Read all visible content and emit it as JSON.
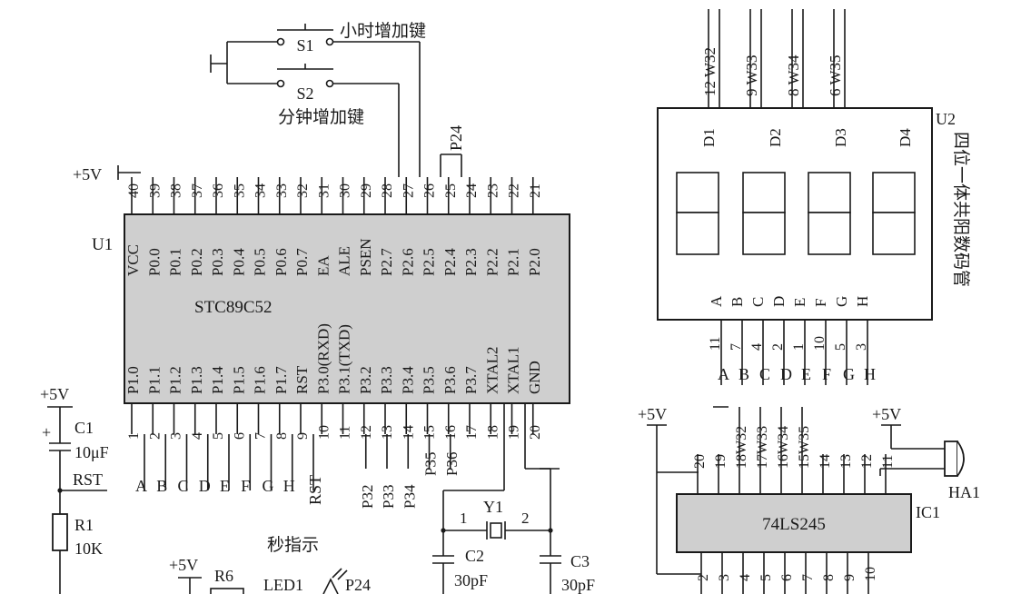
{
  "switches": {
    "s1": {
      "label": "S1",
      "caption": "小时增加键"
    },
    "s2": {
      "label": "S2",
      "caption": "分钟增加键"
    }
  },
  "u1": {
    "ref": "U1",
    "part": "STC89C52",
    "top_pin_numbers": [
      "40",
      "39",
      "38",
      "37",
      "36",
      "35",
      "34",
      "33",
      "32",
      "31",
      "30",
      "29",
      "28",
      "27",
      "26",
      "25",
      "24",
      "23",
      "22",
      "21"
    ],
    "top_pin_names": [
      "VCC",
      "P0.0",
      "P0.1",
      "P0.2",
      "P0.3",
      "P0.4",
      "P0.5",
      "P0.6",
      "P0.7",
      "EA",
      "ALE",
      "PSEN",
      "P2.7",
      "P2.6",
      "P2.5",
      "P2.4",
      "P2.3",
      "P2.2",
      "P2.1",
      "P2.0"
    ],
    "bottom_pin_numbers": [
      "1",
      "2",
      "3",
      "4",
      "5",
      "6",
      "7",
      "8",
      "9",
      "10",
      "11",
      "12",
      "13",
      "14",
      "15",
      "16",
      "17",
      "18",
      "19",
      "20"
    ],
    "bottom_pin_names": [
      "P1.0",
      "P1.1",
      "P1.2",
      "P1.3",
      "P1.4",
      "P1.5",
      "P1.6",
      "P1.7",
      "RST",
      "P3.0(RXD)",
      "P3.1(TXD)",
      "P3.2",
      "P3.3",
      "P3.4",
      "P3.5",
      "P3.6",
      "P3.7",
      "XTAL2",
      "XTAL1",
      "GND"
    ],
    "bottom_net_labels": [
      "A",
      "B",
      "C",
      "D",
      "E",
      "F",
      "G",
      "H",
      "RST"
    ],
    "p3_net_labels": [
      "P32",
      "P33",
      "P34",
      "P35",
      "P36"
    ],
    "vcc_label": "+5V",
    "p24_label": "P24"
  },
  "u2": {
    "ref": "U2",
    "description": "四位一体共阳数码管",
    "top_pins": [
      "12 W32",
      "9 W33",
      "8 W34",
      "6 W35"
    ],
    "digits": [
      "D1",
      "D2",
      "D3",
      "D4"
    ],
    "seg_names": [
      "A",
      "B",
      "C",
      "D",
      "E",
      "F",
      "G",
      "H"
    ],
    "seg_pin_numbers": [
      "11",
      "7",
      "4",
      "2",
      "1",
      "10",
      "5",
      "3"
    ],
    "seg_net_labels": [
      "A",
      "B",
      "C",
      "D",
      "E",
      "F",
      "G",
      "H"
    ]
  },
  "ic1": {
    "ref": "IC1",
    "part": "74LS245",
    "top_pins": [
      "20",
      "19",
      "18W32",
      "17W33",
      "16W34",
      "15W35",
      "14",
      "13",
      "12",
      "11"
    ],
    "bottom_pins": [
      "2",
      "3",
      "4",
      "5",
      "6",
      "7",
      "8",
      "9",
      "10"
    ],
    "vcc_label_left": "+5V",
    "vcc_label_right": "+5V",
    "buzzer": "HA1"
  },
  "reset": {
    "vcc": "+5V",
    "c1_ref": "C1",
    "c1_val": "10μF",
    "plus": "+",
    "net": "RST",
    "r1_ref": "R1",
    "r1_val": "10K"
  },
  "crystal": {
    "y1": "Y1",
    "pin1": "1",
    "pin2": "2",
    "c2_ref": "C2",
    "c2_val": "30pF",
    "c3_ref": "C3",
    "c3_val": "30pF"
  },
  "led": {
    "caption": "秒指示",
    "vcc": "+5V",
    "r6": "R6",
    "led_ref": "LED1",
    "net": "P24"
  },
  "colors": {
    "chip_fill": "#cfcfcf",
    "ink": "#1a1a1a"
  }
}
